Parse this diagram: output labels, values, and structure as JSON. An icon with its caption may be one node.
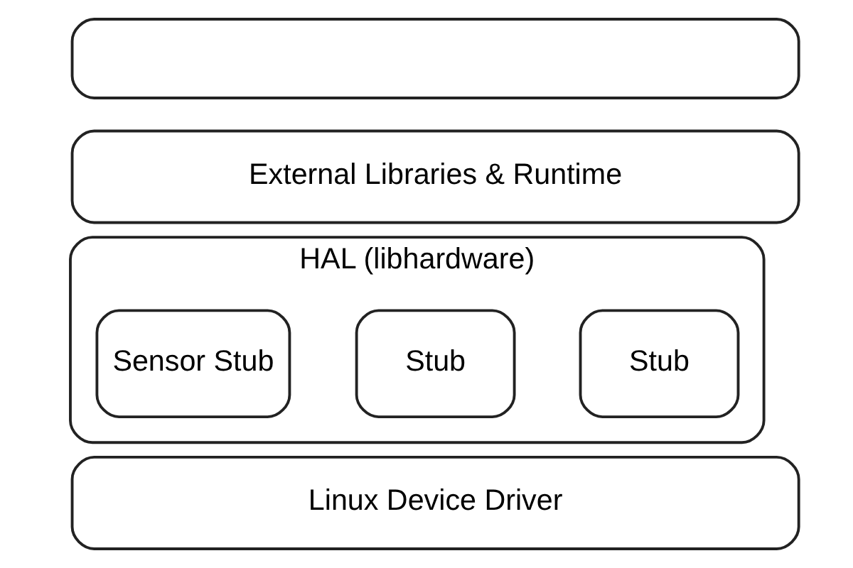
{
  "diagram": {
    "nodes": [
      {
        "text": [],
        "shape": "box"
      },
      {
        "text": [
          "External Libraries & Runtime"
        ]
      },
      {
        "text": [
          "HAL (libhardware)"
        ]
      },
      {
        "text": [
          "Sensor Stub"
        ],
        "in": 2
      },
      {
        "text": [
          "Stub"
        ],
        "in": 2
      },
      {
        "text": [
          "Stub"
        ],
        "in": 2
      },
      {
        "text": [
          "Linux Device Driver"
        ]
      }
    ],
    "edges": []
  }
}
